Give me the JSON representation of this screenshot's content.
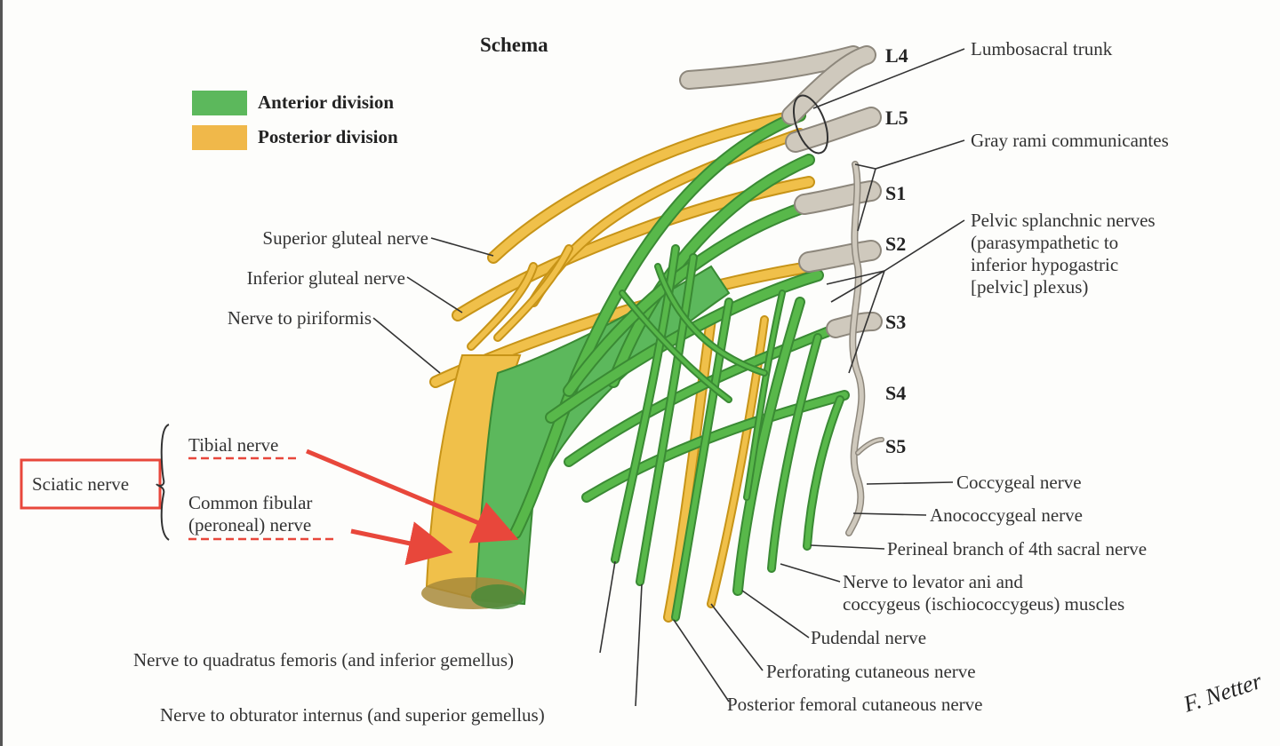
{
  "title": "Schema",
  "legend": [
    {
      "label": "Anterior division",
      "color": "#5cb85c"
    },
    {
      "label": "Posterior division",
      "color": "#f0b84a"
    }
  ],
  "roots": [
    "L4",
    "L5",
    "S1",
    "S2",
    "S3",
    "S4",
    "S5"
  ],
  "labels": {
    "lumbosacral_trunk": "Lumbosacral trunk",
    "gray_rami": "Gray rami communicantes",
    "pelvic_splanchnic_1": "Pelvic splanchnic nerves",
    "pelvic_splanchnic_2": "(parasympathetic to",
    "pelvic_splanchnic_3": "inferior hypogastric",
    "pelvic_splanchnic_4": "[pelvic] plexus)",
    "superior_gluteal": "Superior gluteal nerve",
    "inferior_gluteal": "Inferior gluteal nerve",
    "piriformis": "Nerve to piriformis",
    "tibial": "Tibial nerve",
    "common_fibular_1": "Common fibular",
    "common_fibular_2": "(peroneal) nerve",
    "sciatic": "Sciatic nerve",
    "coccygeal": "Coccygeal nerve",
    "anococcygeal": "Anococcygeal nerve",
    "perineal_branch": "Perineal branch of 4th sacral nerve",
    "levator_ani_1": "Nerve to levator ani and",
    "levator_ani_2": "coccygeus (ischiococcygeus) muscles",
    "pudendal": "Pudendal nerve",
    "perforating_cutaneous": "Perforating cutaneous nerve",
    "posterior_femoral_cutaneous": "Posterior femoral cutaneous nerve",
    "quadratus_femoris": "Nerve to quadratus femoris (and inferior gemellus)",
    "obturator_internus": "Nerve to obturator internus (and superior gemellus)"
  },
  "signature": "F. Netter",
  "colors": {
    "annotation_red": "#e8473b",
    "anterior": "#5cb85c",
    "posterior": "#f0b84a",
    "sympathetic": "#d0cbc0"
  }
}
